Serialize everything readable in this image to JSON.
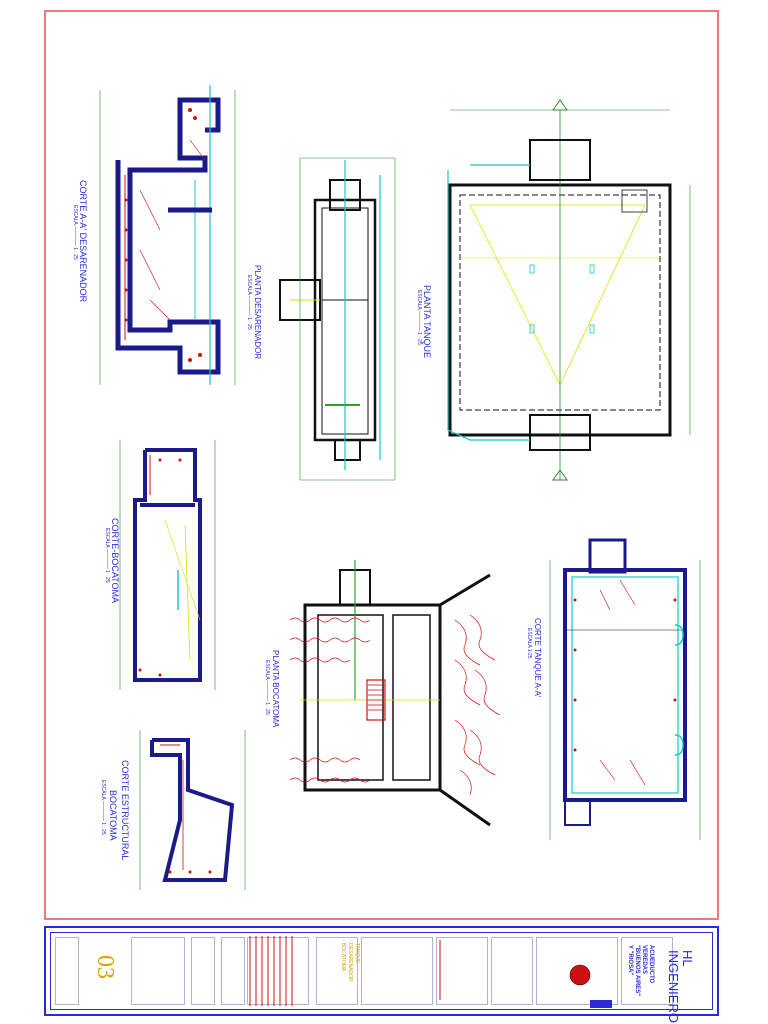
{
  "drawings": {
    "corte_desarenador": {
      "title": "CORTE A-A' DESARENADOR",
      "scale": "ESCALA ———— 1 : 25"
    },
    "planta_desarenador": {
      "title": "PLANTA DESARENADOR",
      "scale": "ESCALA ———— 1 : 25"
    },
    "planta_tanque": {
      "title": "PLANTA TANQUE",
      "scale": "ESCALA ———— 1 : 25"
    },
    "corte_bocatoma": {
      "title": "CORTE-BOCATOMA",
      "scale": "ESCALA ———— 1 : 25"
    },
    "planta_bocatoma": {
      "title": "PLANTA BOCATOMA",
      "scale": "ESCALA ———— 1 : 25"
    },
    "corte_tanque": {
      "title": "CORTE TANQUE A-A'",
      "scale": "ESCALA 1:25"
    },
    "corte_estructural": {
      "title1": "CORTE ESTRUCTURAL",
      "title2": "BOCATOMA",
      "scale": "ESCALA ———— 1 : 25"
    }
  },
  "title_block": {
    "company_line1": "HL",
    "company_line2": "INGENIERO",
    "project_line1": "ACUEDUCTO",
    "project_line2": "VEREDAS",
    "project_line3": "\"BUENOS AIRES\"",
    "project_line4": "Y \"RIOSA\"",
    "sheet_number": "03",
    "contents": [
      "- TANQUE",
      "- DESARENADOR",
      "- BOCATOMA"
    ]
  },
  "colors": {
    "border": "#e87b7b",
    "title_block": "#2a2ad8",
    "wall": "#1a1a8a",
    "rebar": "#d01010",
    "dimension": "#2e8b2e",
    "pipe": "#19c8c8",
    "axis": "#e0e000"
  }
}
